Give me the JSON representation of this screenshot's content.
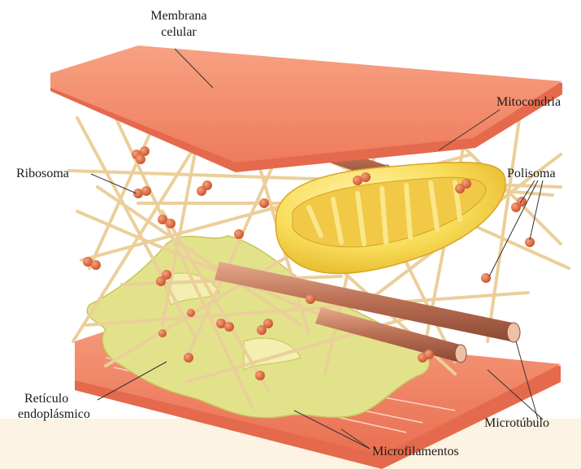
{
  "labels": {
    "membrana_line1": "Membrana",
    "membrana_line2": "celular",
    "mitocondria": "Mitocondria",
    "ribosoma": "Ribosoma",
    "polisoma": "Polisoma",
    "reticulo_line1": "Retículo",
    "reticulo_line2": "endoplásmico",
    "microtubulo": "Microtúbulo",
    "microfilamentos": "Microfilamentos"
  },
  "colors": {
    "membrane_top": "#f48c6e",
    "membrane_side": "#e5694c",
    "filament": "#ebcf9a",
    "er": "#e2e28a",
    "mitochondrion": "#f7dc5c",
    "microtubule": "#c8856b",
    "ribosome": "#e06a3e"
  }
}
